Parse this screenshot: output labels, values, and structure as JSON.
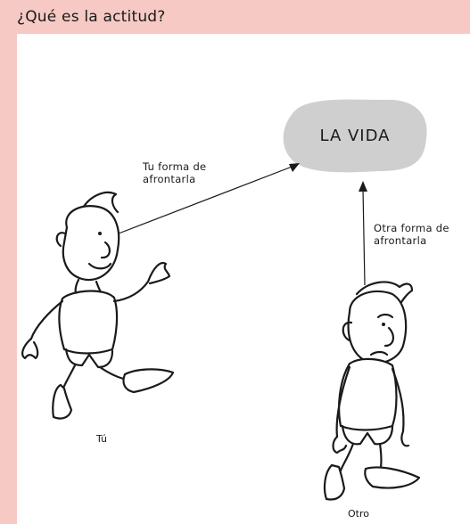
{
  "title": "¿Qué es la actitud?",
  "cloud": {
    "label": "LA VIDA"
  },
  "arrow_you": {
    "label_line1": "Tu forma de",
    "label_line2": "afrontarla"
  },
  "arrow_other": {
    "label_line1": "Otra forma de",
    "label_line2": "afrontarla"
  },
  "figure_you": {
    "name": "Tú"
  },
  "figure_other": {
    "name": "Otro"
  },
  "colors": {
    "background": "#f6c9c4",
    "cloud": "#cfcfcf",
    "ink": "#1a1a1a"
  }
}
